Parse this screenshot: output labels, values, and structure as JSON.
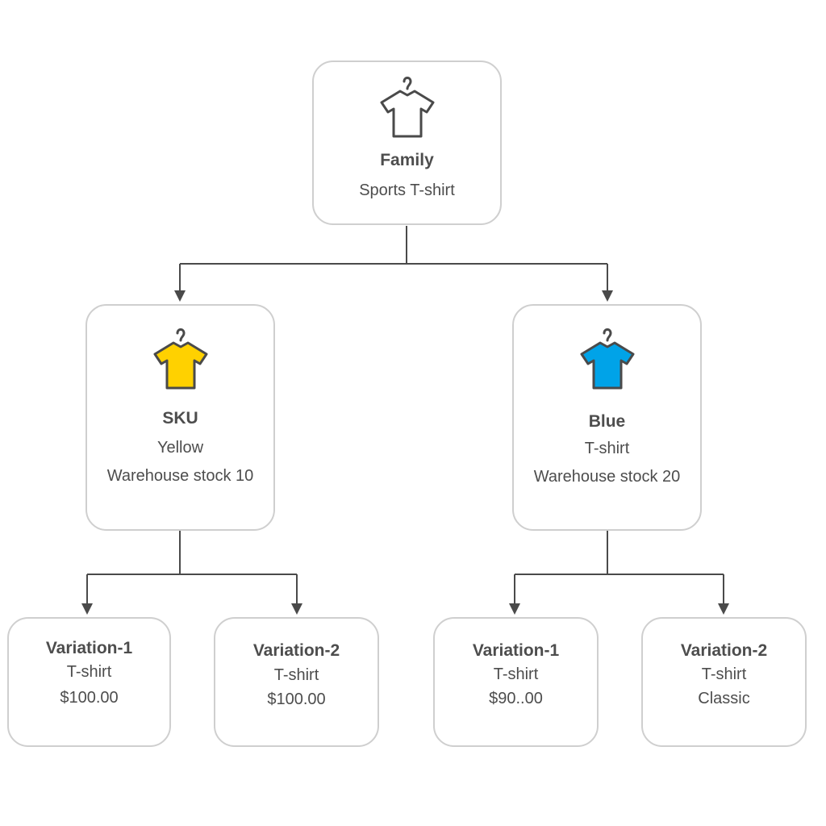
{
  "colors": {
    "connector": "#4a4a4a",
    "node_border": "#cfcfcf",
    "icon_outline": "#4a4a4a",
    "family_shirt": "#ffffff",
    "sku_shirt": "#ffd100",
    "blue_shirt": "#00a3e8"
  },
  "family": {
    "icon": "tshirt-outline-icon",
    "title": "Family",
    "subtitle": "Sports T-shirt"
  },
  "sku": {
    "icon": "tshirt-yellow-icon",
    "title": "SKU",
    "line1": "Yellow",
    "line2": "Warehouse stock 10"
  },
  "blue": {
    "icon": "tshirt-blue-icon",
    "title": "Blue",
    "line1": "T-shirt",
    "line2": "Warehouse stock 20"
  },
  "variations_left": [
    {
      "title": "Variation-1",
      "line1": "T-shirt",
      "line2": "$100.00"
    },
    {
      "title": "Variation-2",
      "line1": "T-shirt",
      "line2": "$100.00"
    }
  ],
  "variations_right": [
    {
      "title": "Variation-1",
      "line1": "T-shirt",
      "line2": "$90..00"
    },
    {
      "title": "Variation-2",
      "line1": "T-shirt",
      "line2": "Classic"
    }
  ]
}
